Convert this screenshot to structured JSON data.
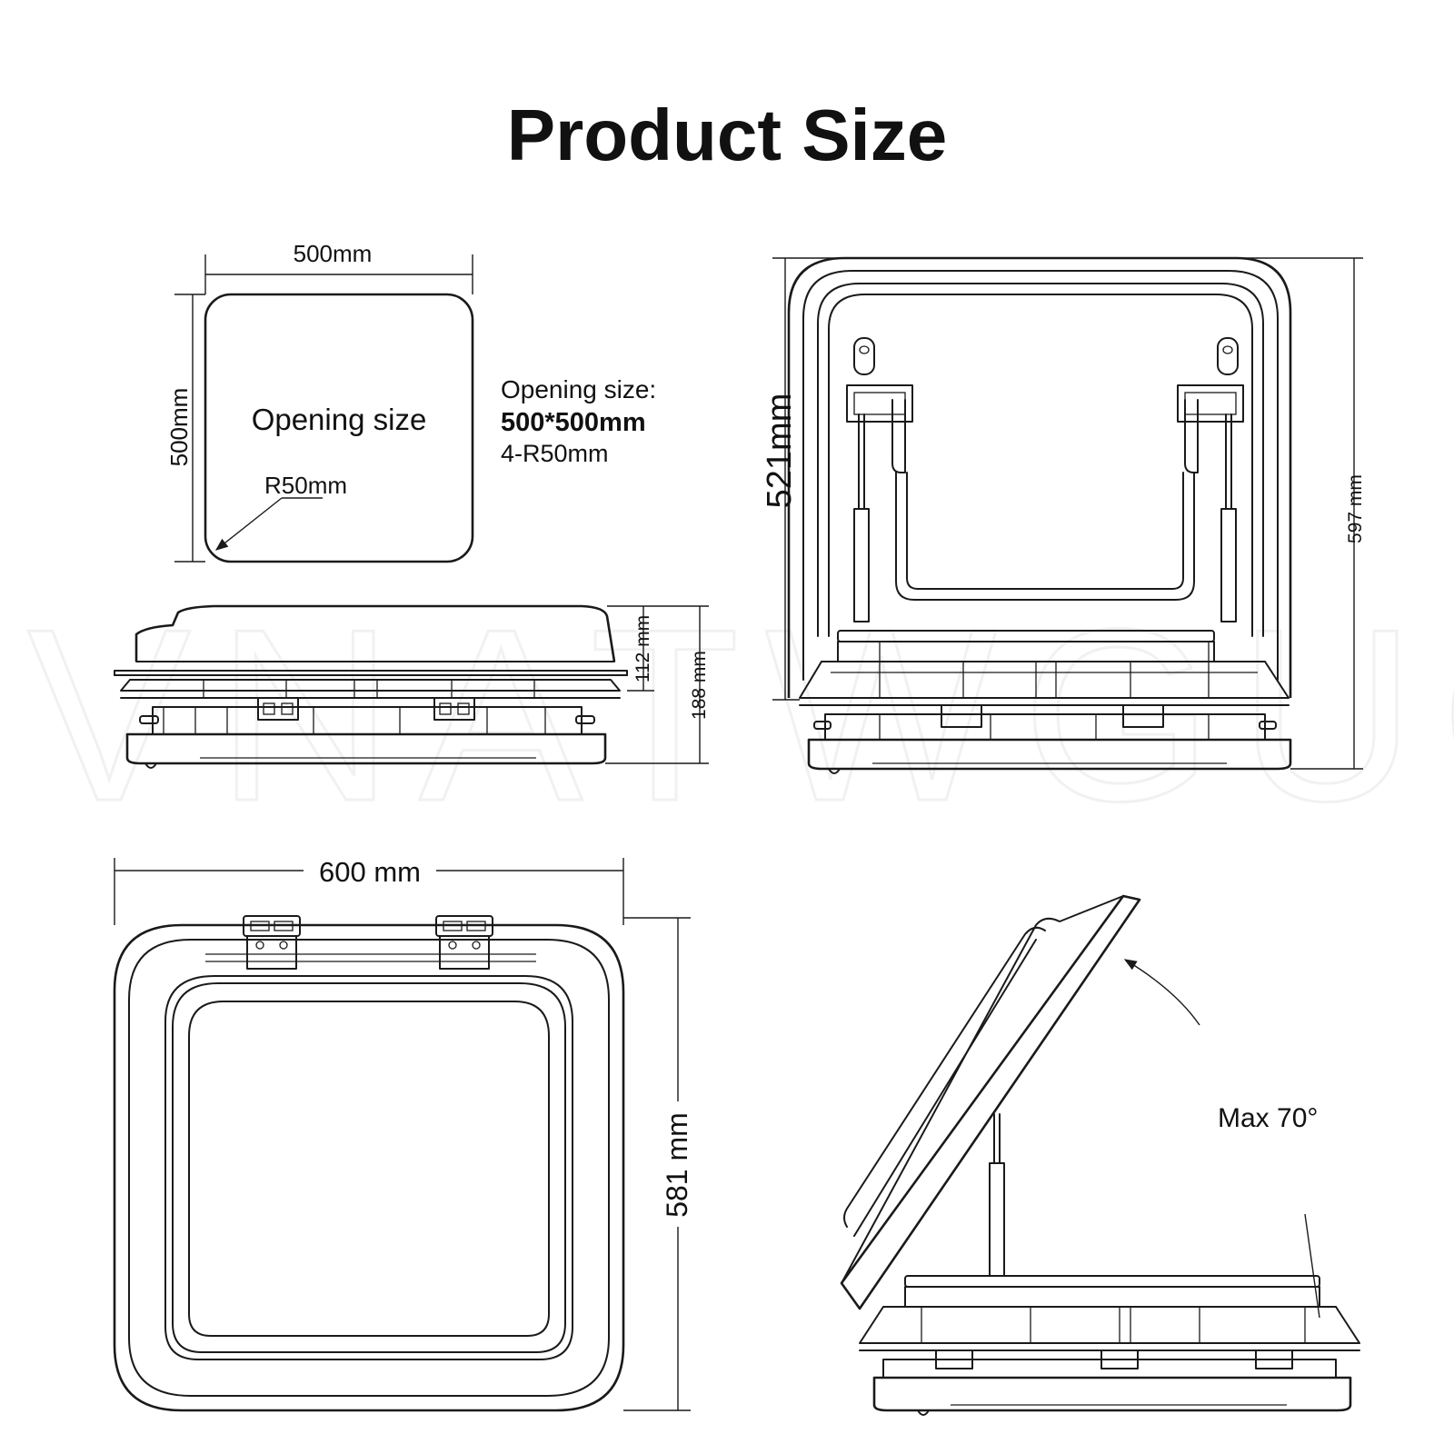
{
  "title": "Product Size",
  "watermark": "VNATWGUO",
  "opening_view": {
    "width_label": "500mm",
    "height_label": "500mm",
    "inner_label": "Opening size",
    "radius_label": "R50mm",
    "note_line1": "Opening size:",
    "note_line2": "500*500mm",
    "note_line3": "4-R50mm"
  },
  "side_view": {
    "height_inner_label": "112 mm",
    "height_total_label": "188 mm"
  },
  "open_front_view": {
    "inner_height_label": "521mm",
    "total_height_label": "597 mm"
  },
  "top_view": {
    "width_label": "600 mm",
    "height_label": "581 mm"
  },
  "open_side_view": {
    "angle_label": "Max 70°"
  },
  "colors": {
    "line": "#1a1a1a",
    "text": "#111111",
    "background": "#ffffff",
    "watermark": "#f1f1f1"
  }
}
